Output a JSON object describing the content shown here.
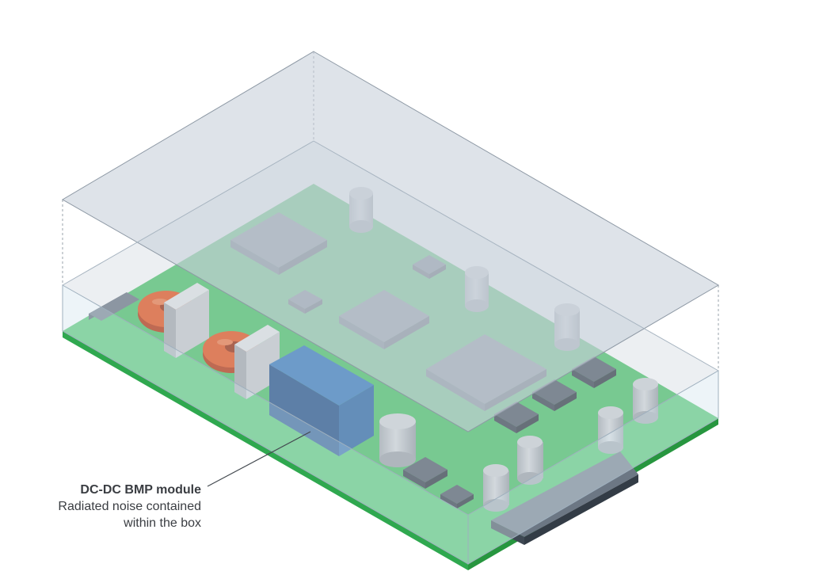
{
  "callout": {
    "title": "DC-DC BMP module",
    "line1": "Radiated noise contained",
    "line2": "within the box"
  },
  "colors": {
    "board_top": "#4dc56a",
    "board_side": "#2fa84f",
    "box_glass": "#c8d1db",
    "ic_chip": "#6f7b87",
    "bmp_module": "#3377b8",
    "toroid": "#e8541b",
    "capacitor": "#c2c8cc",
    "connector": "#4f5a66"
  },
  "icons": [
    "pcb-board",
    "enclosure-box",
    "ic-chip",
    "capacitor",
    "toroid-inductor",
    "bmp-module",
    "connector"
  ]
}
